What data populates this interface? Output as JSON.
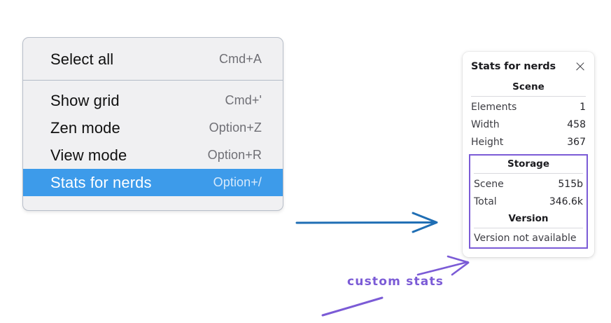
{
  "menu": {
    "sections": [
      {
        "items": [
          {
            "label": "Select all",
            "shortcut": "Cmd+A",
            "selected": false
          }
        ]
      },
      {
        "items": [
          {
            "label": "Show grid",
            "shortcut": "Cmd+'",
            "selected": false
          },
          {
            "label": "Zen mode",
            "shortcut": "Option+Z",
            "selected": false
          },
          {
            "label": "View mode",
            "shortcut": "Option+R",
            "selected": false
          },
          {
            "label": "Stats for nerds",
            "shortcut": "Option+/",
            "selected": true
          }
        ]
      }
    ]
  },
  "stats_panel": {
    "title": "Stats for nerds",
    "close_icon": "close-icon",
    "sections": [
      {
        "title": "Scene",
        "rows": [
          {
            "key": "Elements",
            "value": "1"
          },
          {
            "key": "Width",
            "value": "458"
          },
          {
            "key": "Height",
            "value": "367"
          }
        ]
      },
      {
        "title": "Storage",
        "highlighted": true,
        "rows": [
          {
            "key": "Scene",
            "value": "515b"
          },
          {
            "key": "Total",
            "value": "346.6k"
          }
        ]
      },
      {
        "title": "Version",
        "highlighted": true,
        "note": "Version not available",
        "rows": []
      }
    ]
  },
  "annotations": {
    "custom_stats_label": "custom stats",
    "blue_arrow_color": "#1f6eb4",
    "purple_color": "#7b5bd6",
    "highlight_color": "#3d9bea"
  }
}
